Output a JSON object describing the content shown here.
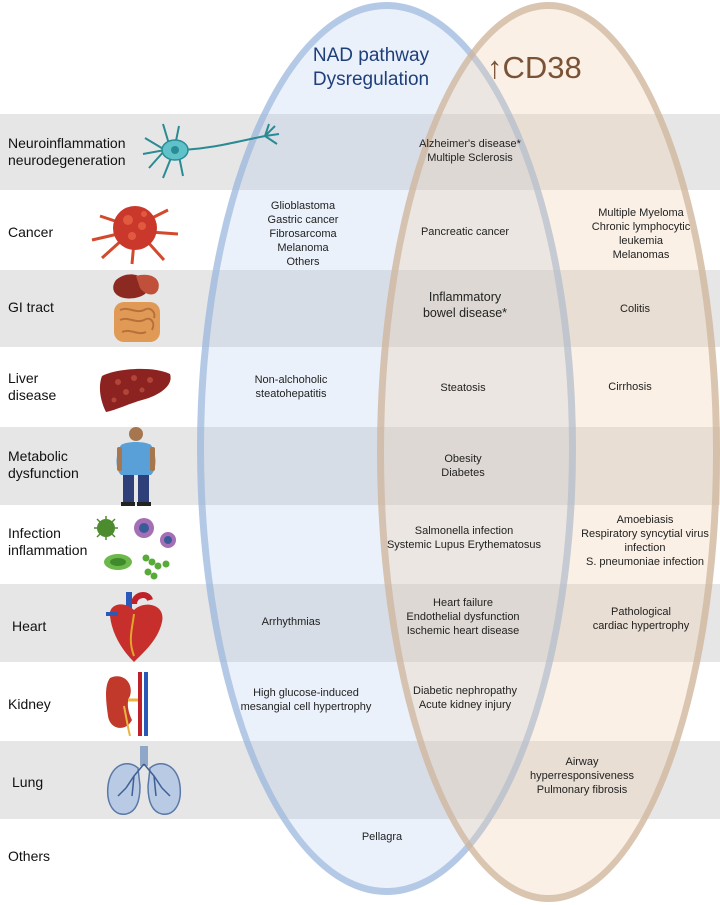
{
  "titles": {
    "nad": "NAD pathway Dysregulation",
    "cd38_arrow": "↑",
    "cd38": "CD38"
  },
  "rows": [
    {
      "label": "Neuroinflammation neurodegeneration",
      "icon": "neuron-icon",
      "nad_only": [],
      "overlap": [
        "Alzheimer's disease*",
        "Multiple Sclerosis"
      ],
      "cd38_only": []
    },
    {
      "label": "Cancer",
      "icon": "tumor-cell-icon",
      "nad_only": [
        "Glioblastoma",
        "Gastric cancer",
        "Fibrosarcoma",
        "Melanoma",
        "Others"
      ],
      "overlap": [
        "Pancreatic cancer"
      ],
      "cd38_only": [
        "Multiple Myeloma",
        "Chronic lymphocytic",
        "leukemia",
        "Melanomas"
      ]
    },
    {
      "label": "GI tract",
      "icon": "digestive-tract-icon",
      "nad_only": [],
      "overlap": [
        "Inflammatory",
        "bowel disease*"
      ],
      "cd38_only": [
        "Colitis"
      ]
    },
    {
      "label": "Liver disease",
      "icon": "liver-icon",
      "nad_only": [
        "Non-alchoholic",
        "steatohepatitis"
      ],
      "overlap": [
        "Steatosis"
      ],
      "cd38_only": [
        "Cirrhosis"
      ]
    },
    {
      "label": "Metabolic dysfunction",
      "icon": "obese-person-icon",
      "nad_only": [],
      "overlap": [
        "Obesity",
        "Diabetes"
      ],
      "cd38_only": []
    },
    {
      "label": "Infection inflammation",
      "icon": "microbes-icon",
      "nad_only": [],
      "overlap": [
        "Salmonella infection",
        "Systemic Lupus Erythematosus"
      ],
      "cd38_only": [
        "Amoebiasis",
        "Respiratory syncytial virus",
        "infection",
        "S. pneumoniae infection"
      ]
    },
    {
      "label": "Heart",
      "icon": "heart-icon",
      "nad_only": [
        "Arrhythmias"
      ],
      "overlap": [
        "Heart failure",
        "Endothelial dysfunction",
        "Ischemic heart disease"
      ],
      "cd38_only": [
        "Pathological",
        "cardiac hypertrophy"
      ]
    },
    {
      "label": "Kidney",
      "icon": "kidney-icon",
      "nad_only": [
        "High glucose-induced",
        "mesangial cell hypertrophy"
      ],
      "overlap": [
        "Diabetic nephropathy",
        "Acute kidney injury"
      ],
      "cd38_only": []
    },
    {
      "label": "Lung",
      "icon": "lungs-icon",
      "nad_only": [],
      "overlap": [],
      "cd38_only": [
        "Airway",
        "hyperresponsiveness",
        "Pulmonary fibrosis"
      ]
    },
    {
      "label": "Others",
      "icon": "",
      "nad_only": [],
      "overlap": [
        "Pellagra"
      ],
      "cd38_only": []
    }
  ],
  "colors": {
    "band": "#e6e6e6",
    "nad_circle": "#9fb9df",
    "cd38_circle": "#d9bca0",
    "nad_title": "#1f3f7a",
    "cd38_title": "#7a5236"
  }
}
